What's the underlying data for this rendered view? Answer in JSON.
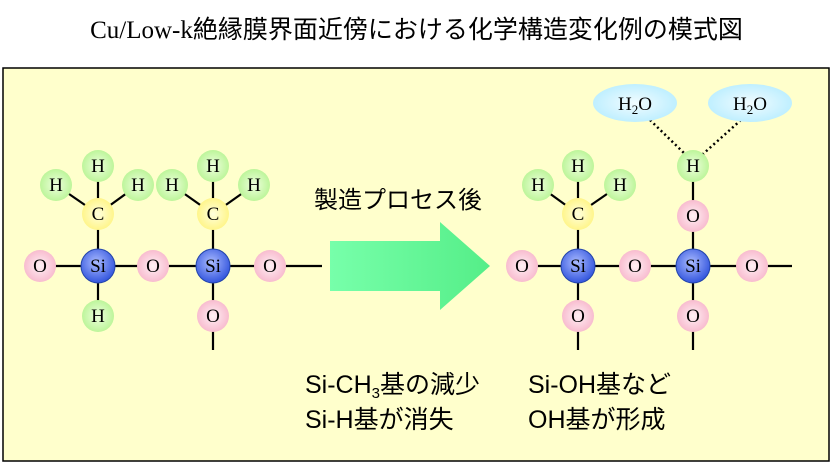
{
  "title": "Cu/Low-k絶縁膜界面近傍における化学構造変化例の模式図",
  "arrow_label": "製造プロセス後",
  "atoms": {
    "H": "H",
    "C": "C",
    "Si": "Si",
    "O": "O",
    "H2O_main": "H",
    "H2O_sub": "2",
    "H2O_tail": "O"
  },
  "captions": {
    "before_line1_main": "Si-CH",
    "before_line1_sub": "3",
    "before_line1_tail": "基の減少",
    "before_line2": "Si-H基が消失",
    "after_line1": "Si-OH基など",
    "after_line2": "OH基が形成"
  },
  "colors": {
    "panel_bg": "#FFFFCC",
    "h_atom": "#CCFFAA",
    "c_atom": "#FFFF99",
    "si_atom": "#5577EE",
    "o_atom": "#FFCCDD",
    "water": "#CCF4FF",
    "arrow": "#66FF99"
  }
}
